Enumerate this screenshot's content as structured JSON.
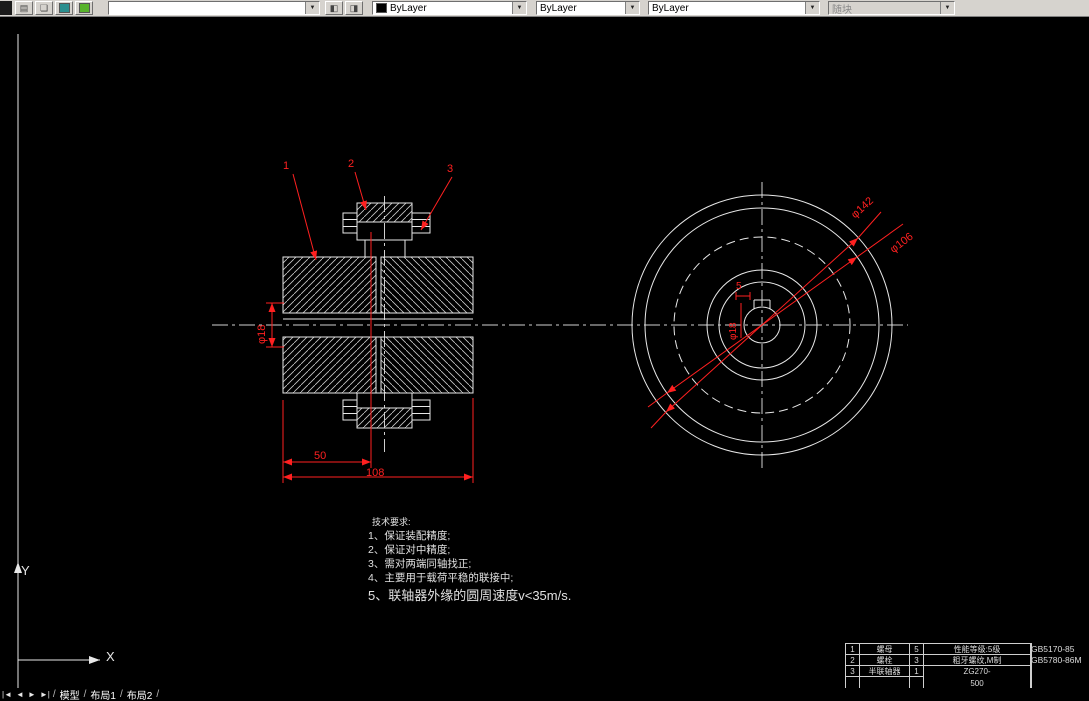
{
  "toolbar": {
    "layer_value": "",
    "color_value": "ByLayer",
    "linetype_value": "ByLayer",
    "lineweight_value": "ByLayer",
    "plotstyle_value": "随块",
    "icons": {
      "layer_manager_glyph": "▤",
      "layers_glyph": "❏",
      "make_layer_glyph": "◧",
      "layer_prev_glyph": "◨",
      "dropdown_arrow": "▼",
      "swatch_teal": "#2b8f8f",
      "swatch_green": "#58b32c",
      "color_swatch": "#000000"
    }
  },
  "canvas": {
    "accent_color": "#ff2020",
    "line_color": "#e8e8e8",
    "leaders": {
      "l1": "1",
      "l2": "2",
      "l3": "3"
    },
    "dims": {
      "width_inner": "50",
      "width_outer": "108",
      "bore_left": "φ18",
      "outer_dia": "φ142",
      "mid_dia": "φ106",
      "key_width": "5",
      "bore_right": "φ18"
    },
    "notes": {
      "title": "技术要求:",
      "lines": [
        "1、保证装配精度;",
        "2、保证对中精度;",
        "3、需对两端同轴找正;",
        "4、主要用于载荷平稳的联接中;",
        "5、联轴器外缘的圆周速度v<35m/s."
      ]
    },
    "ucs": {
      "x": "X",
      "y": "Y"
    },
    "title_block": {
      "rows": [
        {
          "no": "1",
          "name": "螺母",
          "qty": "5",
          "note": "性能等级:5级"
        },
        {
          "no": "2",
          "name": "螺栓",
          "qty": "3",
          "note": "粗牙螺纹,M制"
        },
        {
          "no": "3",
          "name": "半联轴器",
          "qty": "1",
          "note": ""
        }
      ],
      "material_line1": "ZG270-",
      "material_line2": "500",
      "standards": [
        "GB5170-85",
        "GB5780-86M"
      ]
    }
  },
  "tabs": {
    "nav_first": "|◄",
    "nav_prev": "◄",
    "nav_next": "►",
    "nav_last": "►|",
    "items": [
      "模型",
      "布局1",
      "布局2"
    ],
    "separator": "/"
  }
}
